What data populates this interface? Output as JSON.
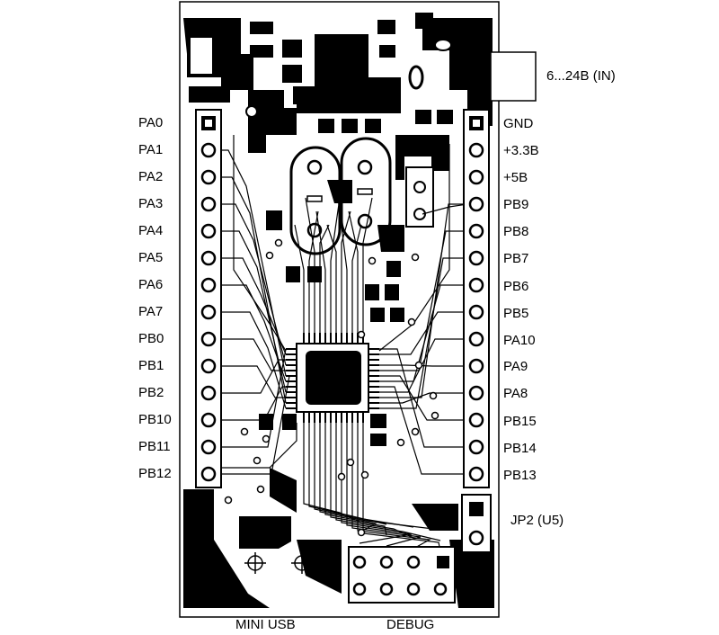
{
  "left_pins": [
    "PA0",
    "PA1",
    "PA2",
    "PA3",
    "PA4",
    "PA5",
    "PA6",
    "PA7",
    "PB0",
    "PB1",
    "PB2",
    "PB10",
    "PB11",
    "PB12"
  ],
  "right_pins": [
    "GND",
    "+3.3B",
    "+5B",
    "PB9",
    "PB8",
    "PB7",
    "PB6",
    "PB5",
    "PA10",
    "PA9",
    "PA8",
    "PB15",
    "PB14",
    "PB13"
  ],
  "power_input_label": "6...24B (IN)",
  "jumper_label": "JP2 (U5)",
  "usb_label": "MINI USB",
  "debug_label": "DEBUG"
}
